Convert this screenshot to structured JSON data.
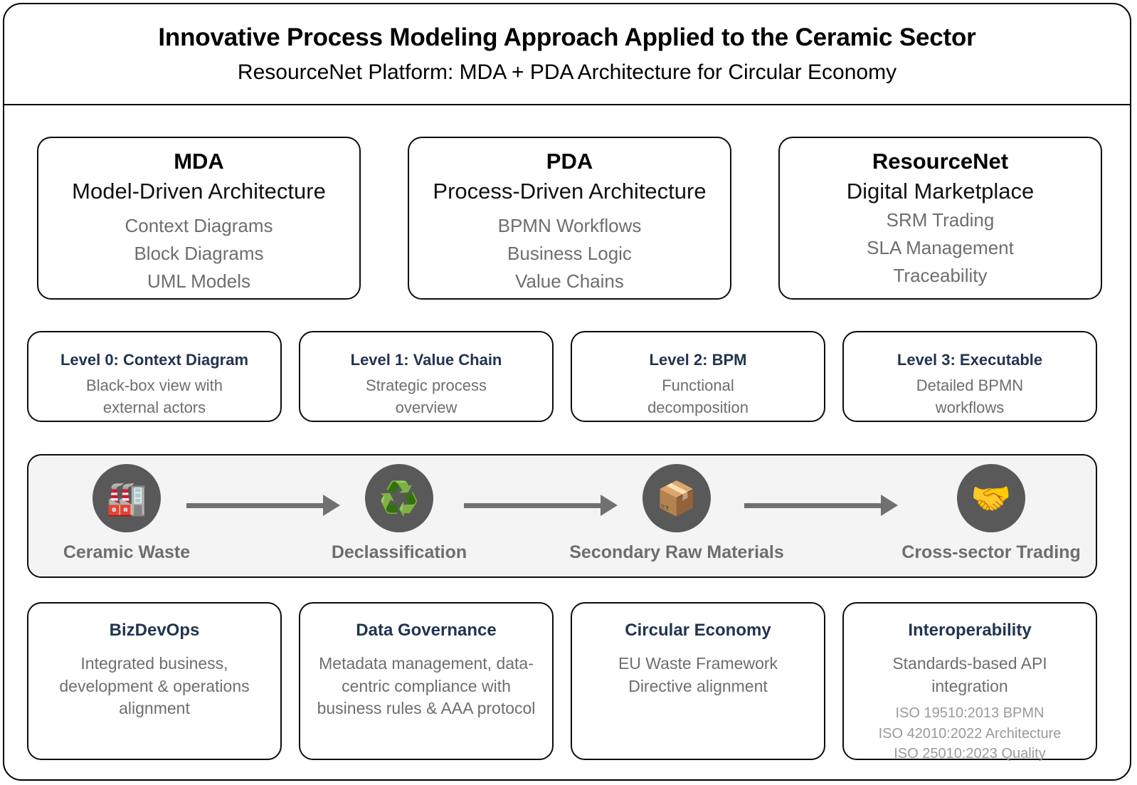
{
  "header": {
    "title": "Innovative Process Modeling Approach Applied to the Ceramic Sector",
    "subtitle": "ResourceNet Platform: MDA + PDA Architecture for Circular Economy"
  },
  "colors": {
    "frame_border": "#0d0d0d",
    "level_title": "#22344f",
    "concept_title": "#22344f",
    "muted_text": "#6e6e6e",
    "note_text": "#9a9a9a",
    "band_background": "#f4f4f4",
    "icon_circle": "#595959",
    "arrow": "#707070"
  },
  "pillars": [
    {
      "title": "MDA",
      "subtitle": "Model-Driven Architecture",
      "items": [
        "Context Diagrams",
        "Block Diagrams",
        "UML Models"
      ]
    },
    {
      "title": "PDA",
      "subtitle": "Process-Driven Architecture",
      "items": [
        "BPMN Workflows",
        "Business Logic",
        "Value Chains"
      ]
    },
    {
      "title": "ResourceNet",
      "subtitle": "Digital Marketplace",
      "items": [
        "SRM Trading",
        "SLA Management",
        "Traceability"
      ]
    }
  ],
  "levels": [
    {
      "title": "Level 0: Context Diagram",
      "desc": "Black-box view with external actors"
    },
    {
      "title": "Level 1: Value Chain",
      "desc": "Strategic process overview"
    },
    {
      "title": "Level 2: BPM",
      "desc": "Functional decomposition"
    },
    {
      "title": "Level 3: Executable",
      "desc": "Detailed BPMN workflows"
    }
  ],
  "flow": {
    "nodes": [
      {
        "label": "Ceramic Waste",
        "icon": "🏭",
        "icon_name": "factory-icon"
      },
      {
        "label": "Declassification",
        "icon": "♻️",
        "icon_name": "recycle-icon"
      },
      {
        "label": "Secondary Raw Materials",
        "icon": "📦",
        "icon_name": "package-icon"
      },
      {
        "label": "Cross-sector Trading",
        "icon": "🤝",
        "icon_name": "handshake-icon"
      }
    ],
    "arrow_count": 3
  },
  "concepts": [
    {
      "title": "BizDevOps",
      "desc": "Integrated business, development & operations alignment",
      "notes": []
    },
    {
      "title": "Data Governance",
      "desc": "Metadata management, data-centric compliance with business rules & AAA protocol",
      "notes": []
    },
    {
      "title": "Circular Economy",
      "desc": "EU Waste Framework Directive alignment",
      "notes": []
    },
    {
      "title": "Interoperability",
      "desc": "Standards-based API integration",
      "notes": [
        "ISO 19510:2013 BPMN",
        "ISO 42010:2022 Architecture",
        "ISO 25010:2023 Quality"
      ]
    }
  ]
}
